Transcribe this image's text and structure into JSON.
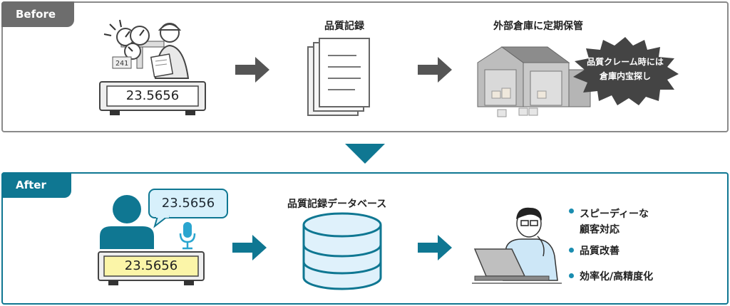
{
  "before": {
    "tag": "Before",
    "scale_reading": "23.5656",
    "gauge_display": "241",
    "docs_label": "品質記録",
    "warehouse_label": "外部倉庫に定期保管",
    "burst_line1": "品質クレーム時には",
    "burst_line2": "倉庫内宝探し"
  },
  "after": {
    "tag": "After",
    "speech_reading": "23.5656",
    "scale_reading": "23.5656",
    "db_label": "品質記録データベース",
    "benefits": [
      {
        "line1": "スピーディーな",
        "line2": "顧客対応"
      },
      {
        "line1": "品質改善",
        "line2": ""
      },
      {
        "line1": "効率化/高精度化",
        "line2": ""
      }
    ]
  },
  "colors": {
    "before_border": "#8a8a8a",
    "before_tag": "#6d6d6d",
    "after_border": "#0f7792",
    "after_accent": "#0f7792",
    "arrow_gray": "#555555",
    "db_fill": "#dff1fb",
    "bubble_fill": "#d7f0fb",
    "scale_display_after": "#fbf5a8"
  }
}
